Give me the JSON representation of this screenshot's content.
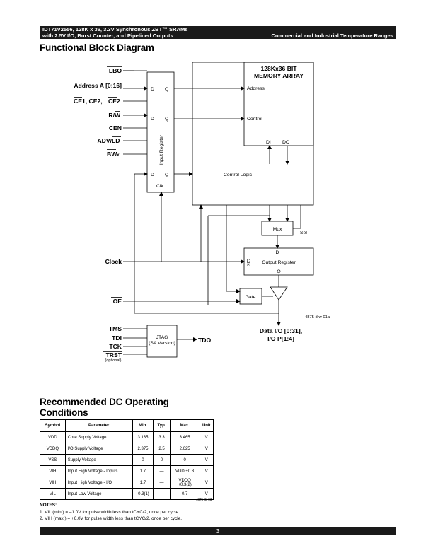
{
  "header": {
    "line1": "IDT71V2556, 128K x 36, 3.3V Synchronous ZBT™ SRAMs",
    "line2": "with 2.5V I/O, Burst Counter, and Pipelined Outputs",
    "right": "Commercial and Industrial Temperature Ranges"
  },
  "section1_title": "Functional Block Diagram",
  "diagram": {
    "lbo": "LBO",
    "address": "Address A [0:16]",
    "ce_a": "CE",
    "ce_b": "1, CE2, ",
    "ce_c": "CE",
    "ce_d": "2",
    "rw_r": "R/",
    "rw_w": "W",
    "cen": "CEN",
    "adv": "ADV/",
    "ld": "LD",
    "bw": "BW",
    "bw_sub": "x",
    "d": "D",
    "q": "Q",
    "input_register": "Input Register",
    "clk": "Clk",
    "mem_title1": "128Kx36 BIT",
    "mem_title2": "MEMORY ARRAY",
    "mem_address": "Address",
    "mem_control": "Control",
    "di": "DI",
    "do": "DO",
    "control_logic": "Control Logic",
    "mux": "Mux",
    "sel": "Sel",
    "clock": "Clock",
    "out_d": "D",
    "out_clk": "Clk",
    "output_register": "Output Register",
    "out_q": "Q",
    "oe": "OE",
    "gate": "Gate",
    "drw": "4875 drw 01a",
    "data_io1": "Data I/O [0:31],",
    "data_io2": "I/O P[1:4]",
    "tms": "TMS",
    "tdi": "TDI",
    "tck": "TCK",
    "trst": "TRST",
    "optional": "(optional)",
    "jtag1": "JTAG",
    "jtag2": "(SA Version)",
    "tdo": "TDO"
  },
  "section2_title_line1": "Recommended DC Operating",
  "section2_title_line2": "Conditions",
  "table": {
    "headers": [
      "Symbol",
      "Parameter",
      "Min.",
      "Typ.",
      "Max.",
      "Unit"
    ],
    "rows": [
      {
        "sym": "VDD",
        "param": "Core Supply Voltage",
        "min": "3.135",
        "typ": "3.3",
        "max": "3.465",
        "unit": "V"
      },
      {
        "sym": "VDDQ",
        "param": "I/O Supply Voltage",
        "min": "2.375",
        "typ": "2.5",
        "max": "2.625",
        "unit": "V"
      },
      {
        "sym": "VSS",
        "param": "Supply Voltage",
        "min": "0",
        "typ": "0",
        "max": "0",
        "unit": "V"
      },
      {
        "sym": "VIH",
        "param": "Input High Voltage - Inputs",
        "min": "1.7",
        "typ": "—",
        "max": "VDD +0.3",
        "unit": "V"
      },
      {
        "sym": "VIH",
        "param": "Input High Voltage - I/O",
        "min": "1.7",
        "typ": "—",
        "max": "VDDQ +0.3(2)",
        "unit": "V"
      },
      {
        "sym": "VIL",
        "param": "Input Low Voltage",
        "min": "-0.3(1)",
        "typ": "—",
        "max": "0.7",
        "unit": "V"
      }
    ],
    "drw": "4875 tbl 03"
  },
  "notes": {
    "title": "NOTES:",
    "n1": "1.  VIL (min.) = –1.0V for pulse width less than tCYC/2, once per cycle.",
    "n2": "2.  VIH (max.) = +6.0V for pulse width less than tCYC/2, once per cycle."
  },
  "page_number": "3"
}
